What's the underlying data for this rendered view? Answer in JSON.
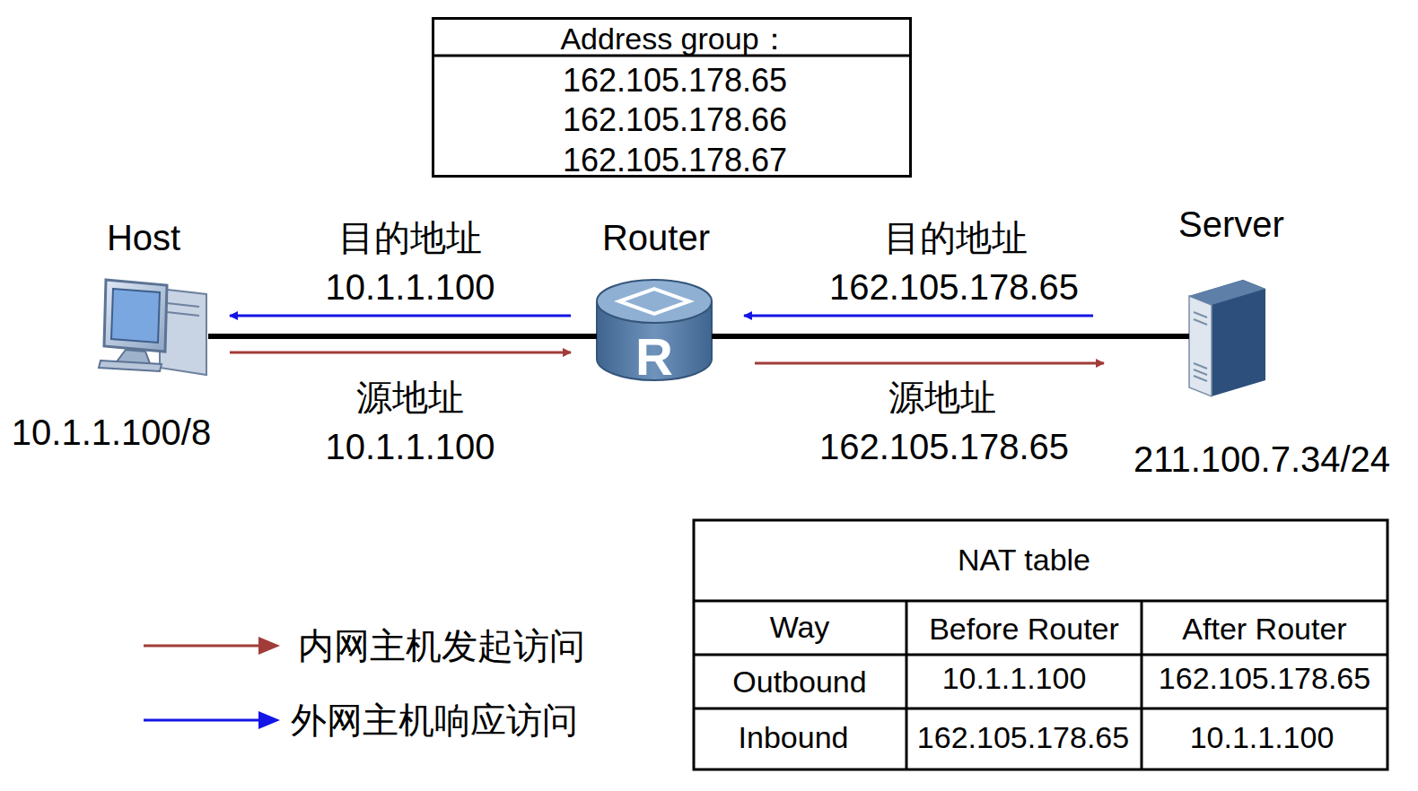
{
  "diagram": {
    "nodes": [
      {
        "text": [
          "Address group：",
          "162.105.178.65",
          "162.105.178.66",
          "162.105.178.67"
        ]
      },
      {
        "text": [
          "Host",
          "10.1.1.100/8"
        ]
      },
      {
        "text": [
          "Router"
        ]
      },
      {
        "text": [
          "Server",
          "211.100.7.34/24"
        ]
      },
      {
        "text": [
          "NAT table"
        ]
      }
    ],
    "edges": [
      {
        "from": 1,
        "to": 2,
        "arrow": "none"
      },
      {
        "from": 2,
        "to": 3,
        "arrow": "none"
      }
    ],
    "labels": [
      "目的地址",
      "10.1.1.100",
      "源地址",
      "10.1.1.100",
      "目的地址",
      "162.105.178.65",
      "源地址",
      "162.105.178.65",
      "Way",
      "Before Router",
      "After Router",
      "Outbound",
      "10.1.1.100",
      "162.105.178.65",
      "Inbound",
      "162.105.178.65",
      "10.1.1.100"
    ],
    "legend": [
      {
        "text": "内网主机发起访问",
        "color": "#a23c38"
      },
      {
        "text": "外网主机响应访问",
        "color": "#1414e6"
      }
    ]
  }
}
